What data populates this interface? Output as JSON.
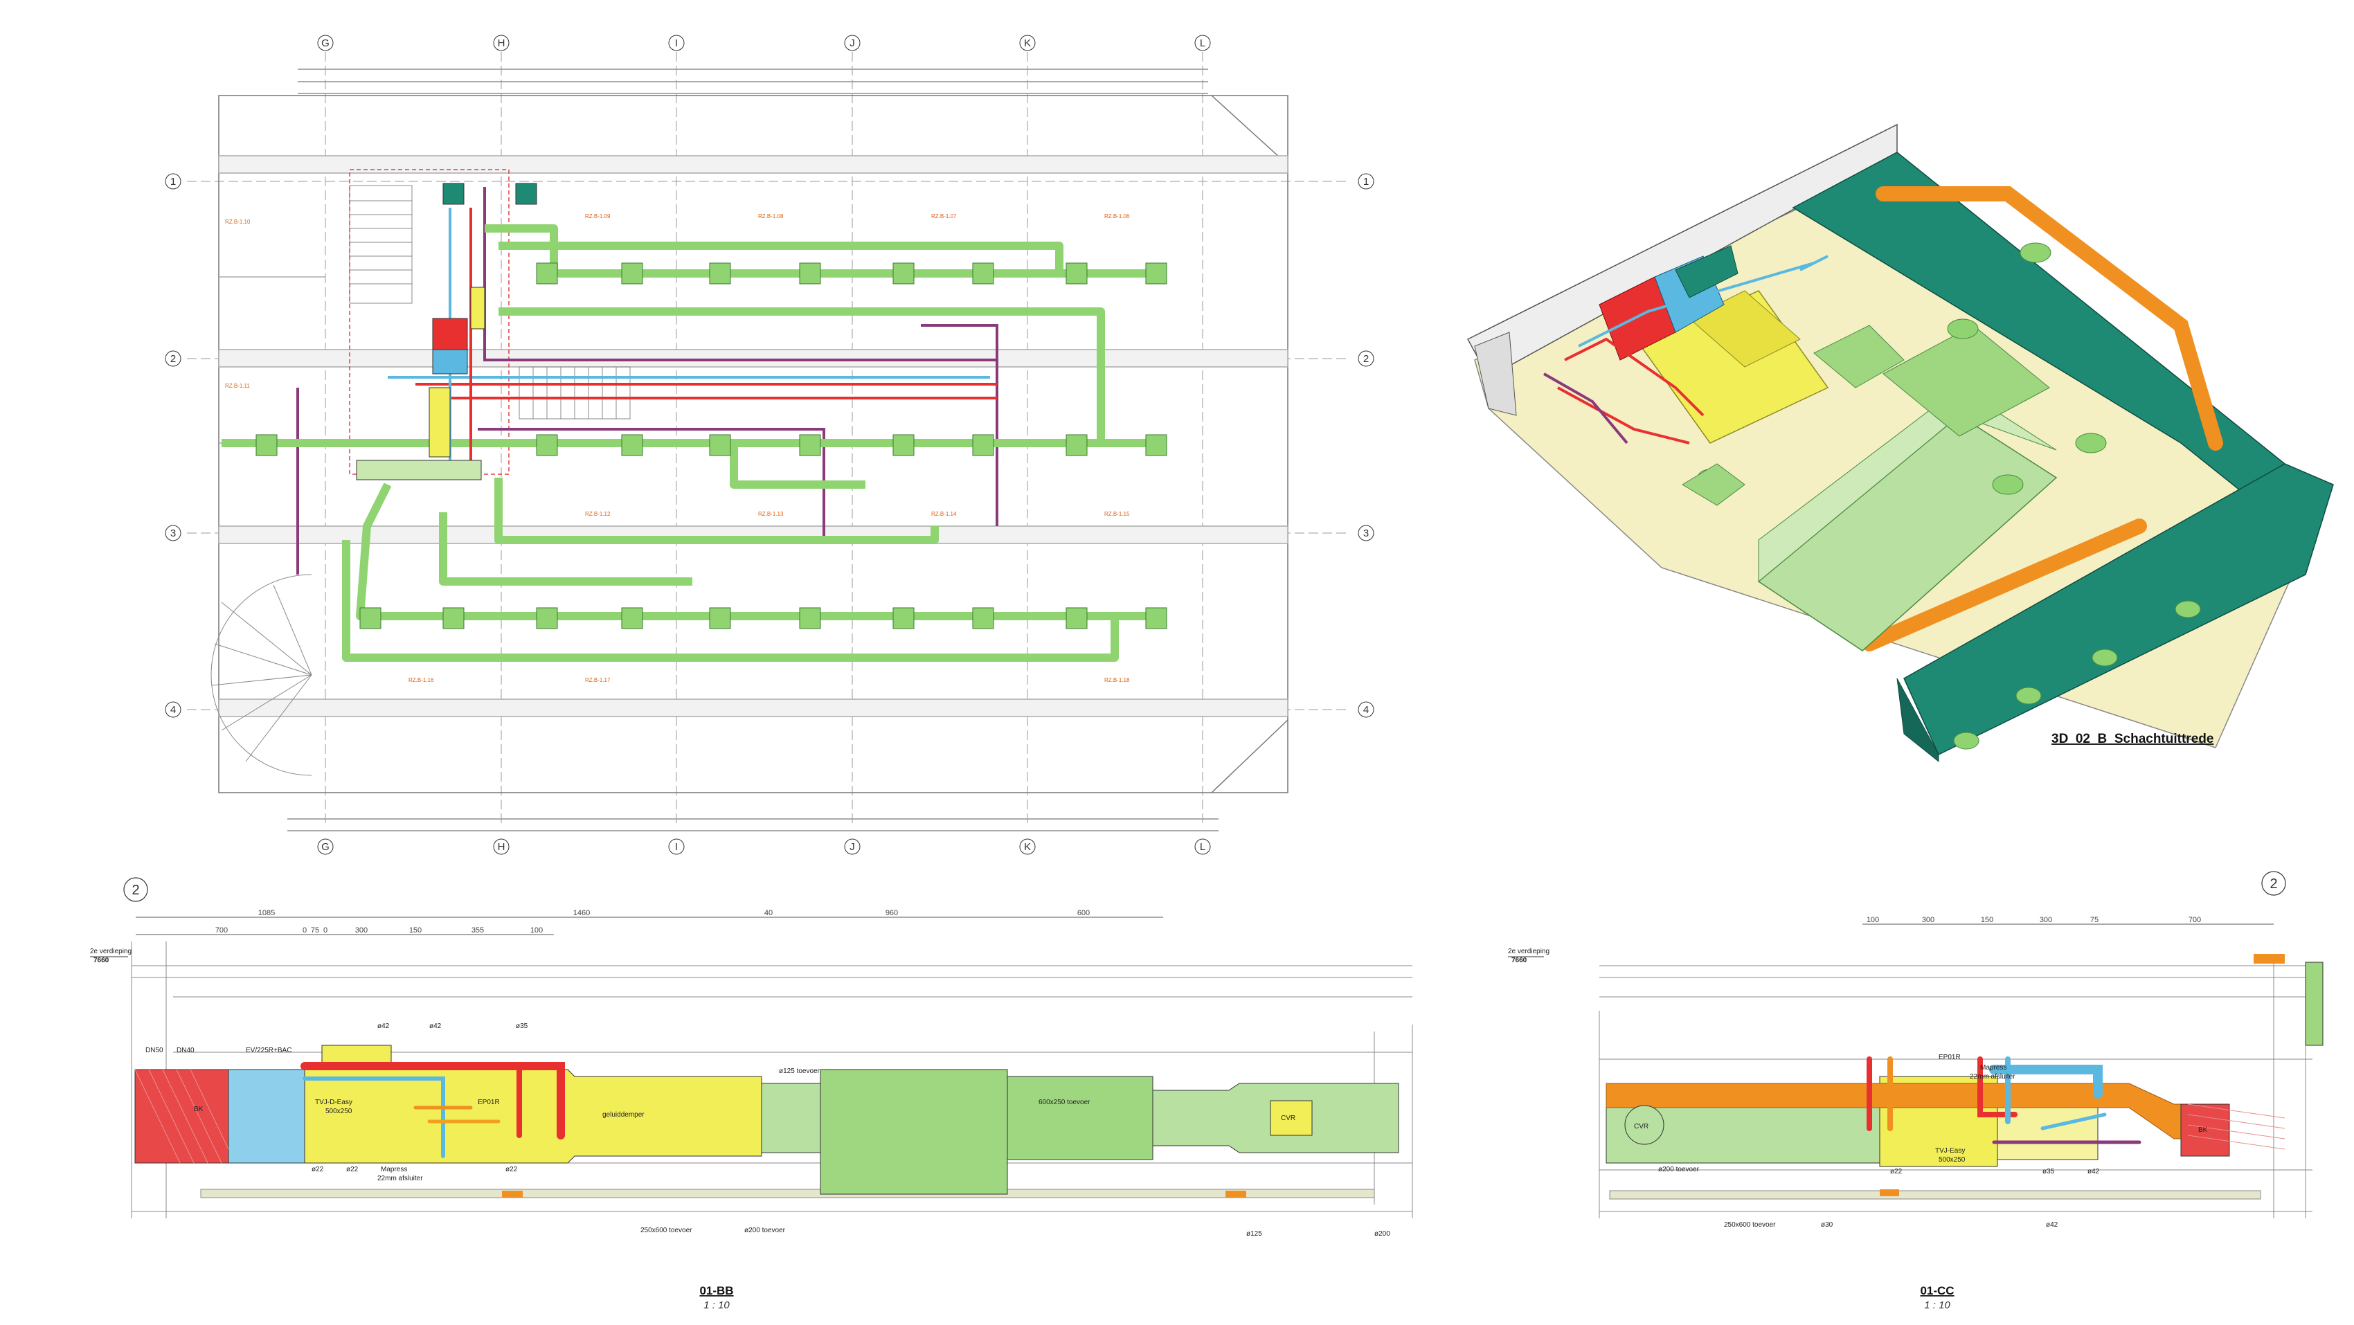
{
  "grid": {
    "columns": [
      "G",
      "H",
      "I",
      "J",
      "K",
      "L"
    ],
    "rows": [
      "1",
      "2",
      "3",
      "4"
    ]
  },
  "plan": {
    "room_tags": [
      "RZ.B-1.10",
      "RZ.B-1.09",
      "RZ.B-1.08",
      "RZ.B-1.07",
      "RZ.B-1.06",
      "RZ.B-1.11",
      "RZ.B-1.12",
      "RZ.B-1.13",
      "RZ.B-1.14",
      "RZ.B-1.15",
      "RZ.B-1.16",
      "RZ.B-1.17",
      "RZ.B-1.18"
    ]
  },
  "iso_view": {
    "title": "3D_02_B_Schachtuittrede"
  },
  "section_bb": {
    "grid_tag": "2",
    "title": "01-BB",
    "scale": "1 : 10",
    "level_name": "2e verdieping",
    "level_value": "7660",
    "top_dims": [
      "1085",
      "1460",
      "40",
      "960",
      "600"
    ],
    "sub_dims": [
      "700",
      "0",
      "75",
      "0",
      "300",
      "150",
      "355",
      "100"
    ],
    "labels": {
      "dn50": "DN50",
      "dn40": "DN40",
      "ev": "EV/225R+BAC",
      "bk": "BK",
      "tvj": "TVJ-D-Easy",
      "tvj_size": "500x250",
      "ep": "EP01R",
      "gd": "geluiddemper",
      "cvr": "CVR",
      "d42a": "ø42",
      "d42b": "ø42",
      "d35": "ø35",
      "d125": "ø125 toevoer",
      "d22a": "ø22",
      "d22b": "ø22",
      "d22c": "ø22",
      "mapress": "Mapress",
      "afsluiter": "22mm afsluiter",
      "duct1": "600x250 toevoer",
      "duct2": "250x600 toevoer",
      "d200": "ø200 toevoer",
      "d125b": "ø125",
      "d200b": "ø200"
    }
  },
  "section_cc": {
    "grid_tag": "2",
    "title": "01-CC",
    "scale": "1 : 10",
    "level_name": "2e verdieping",
    "level_value": "7660",
    "top_dims": [
      "100",
      "300",
      "150",
      "300",
      "75",
      "700"
    ],
    "labels": {
      "cvr": "CVR",
      "bk": "BK",
      "tvj": "TVJ-Easy",
      "tvj_size": "500x250",
      "ep": "EP01R",
      "mapress": "Mapress",
      "afsluiter": "22mm afsluiter",
      "d200": "ø200 toevoer",
      "d22": "ø22",
      "d35": "ø35",
      "d42": "ø42",
      "duct": "250x600 toevoer",
      "d30": "ø30",
      "d42b": "ø42"
    }
  },
  "colors": {
    "supply_green": "#8fd470",
    "green_light": "#c8e8b0",
    "yellow": "#f2ee58",
    "red": "#e83030",
    "blue": "#5bb8e0",
    "orange": "#f09020",
    "teal": "#1f8a74",
    "purple": "#8a3a7a",
    "magenta": "#d03080"
  }
}
